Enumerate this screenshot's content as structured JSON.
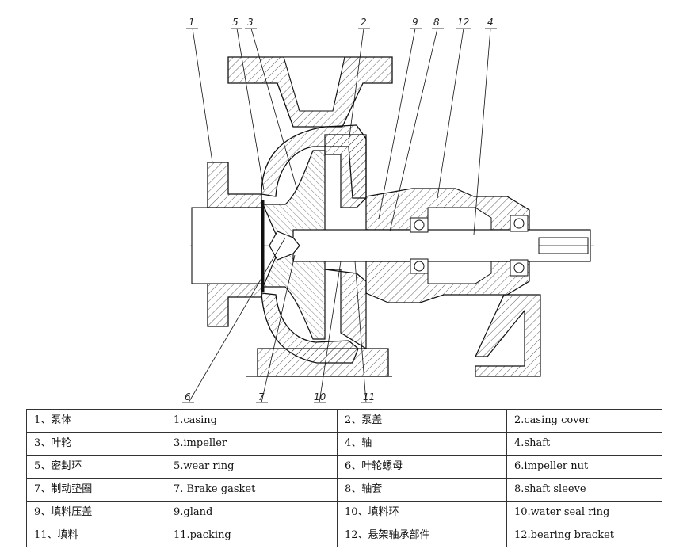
{
  "diagram": {
    "callouts": [
      "1",
      "5",
      "3",
      "2",
      "9",
      "8",
      "12",
      "4",
      "6",
      "7",
      "10",
      "11"
    ]
  },
  "parts": [
    {
      "cn": "1、泵体",
      "en": "1.casing"
    },
    {
      "cn": "2、泵盖",
      "en": "2.casing cover"
    },
    {
      "cn": "3、叶轮",
      "en": "3.impeller"
    },
    {
      "cn": "4、轴",
      "en": "4.shaft"
    },
    {
      "cn": "5、密封环",
      "en": "5.wear ring"
    },
    {
      "cn": "6、叶轮螺母",
      "en": "6.impeller nut"
    },
    {
      "cn": "7、制动垫圈",
      "en": "7. Brake gasket"
    },
    {
      "cn": "8、轴套",
      "en": "8.shaft sleeve"
    },
    {
      "cn": "9、填料压盖",
      "en": "9.gland"
    },
    {
      "cn": "10、填料环",
      "en": "10.water seal ring"
    },
    {
      "cn": "11、填料",
      "en": "11.packing"
    },
    {
      "cn": "12、悬架轴承部件",
      "en": "12.bearing bracket"
    }
  ]
}
